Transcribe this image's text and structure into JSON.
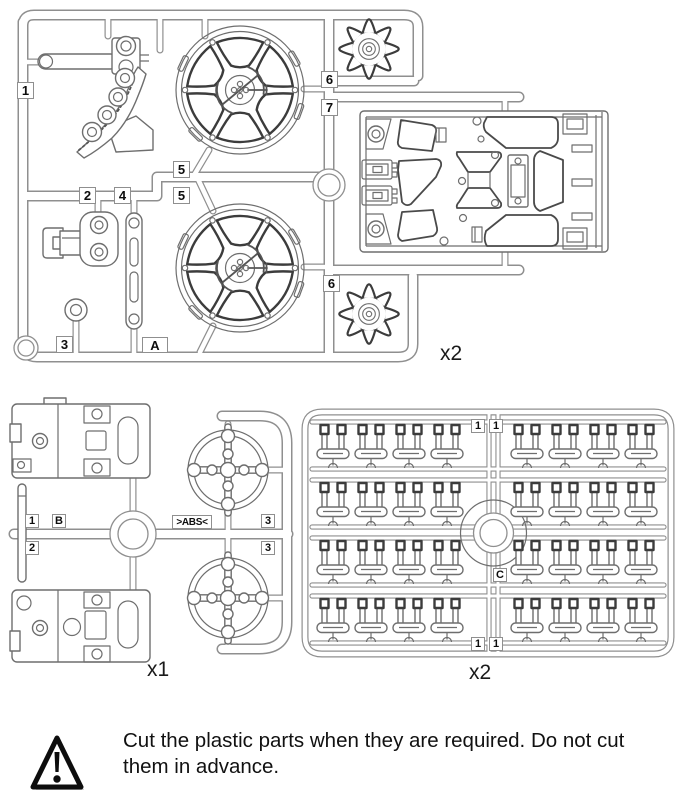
{
  "document": {
    "background": "#ffffff"
  },
  "colors": {
    "runner_line": "#8f8f8f",
    "part_line": "#6e6e6e",
    "bold_line": "#3c3c3c",
    "label_text": "#0d0d0d"
  },
  "sprue_a": {
    "letter": "A",
    "quantity": "x2",
    "part_labels": {
      "p1": "1",
      "p2": "2",
      "p3": "3",
      "p4": "4",
      "p5_upper": "5",
      "p5_lower": "5",
      "p6_upper": "6",
      "p6_lower": "6",
      "p7": "7"
    }
  },
  "sprue_b": {
    "letter": "B",
    "quantity": "x1",
    "material_mark": ">ABS<",
    "part_labels": {
      "p1": "1",
      "p2": "2",
      "p3_upper": "3",
      "p3_lower": "3"
    }
  },
  "sprue_c": {
    "letter": "C",
    "quantity": "x2",
    "part_labels": {
      "p1_top_left": "1",
      "p1_top_right": "1",
      "p1_bottom_left": "1",
      "p1_bottom_right": "1"
    }
  },
  "warning": {
    "icon": "warning-triangle-icon",
    "text": "Cut the plastic parts when they are required. Do not cut them in advance."
  }
}
